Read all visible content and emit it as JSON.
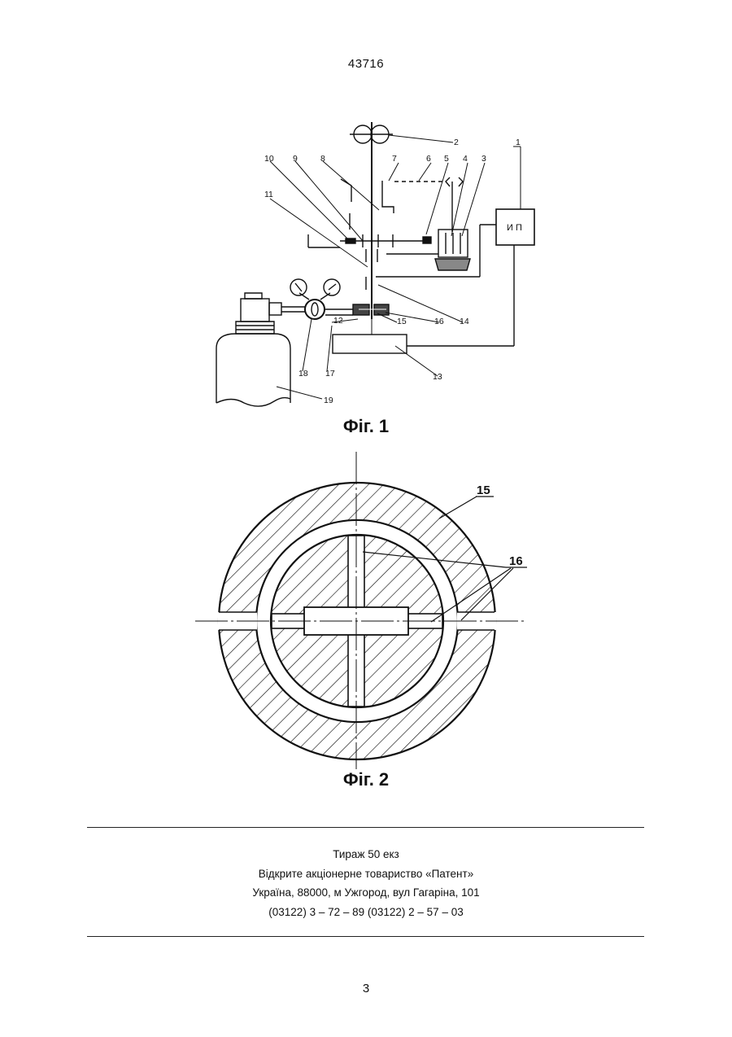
{
  "header": {
    "document_number": "43716"
  },
  "figure1": {
    "caption": "Фіг. 1",
    "power_unit_label": "И П",
    "labels": {
      "l1": "1",
      "l2": "2",
      "l3": "3",
      "l4": "4",
      "l5": "5",
      "l6": "6",
      "l7": "7",
      "l8": "8",
      "l9": "9",
      "l10": "10",
      "l11": "11",
      "l12": "12",
      "l13": "13",
      "l14": "14",
      "l15": "15",
      "l16": "16",
      "l17": "17",
      "l18": "18",
      "l19": "19"
    }
  },
  "figure2": {
    "caption": "Фіг. 2",
    "labels": {
      "l15": "15",
      "l16": "16"
    }
  },
  "imprint": {
    "line1": "Тираж 50 екз",
    "line2": "Відкрите акціонерне товариство «Патент»",
    "line3": "Україна, 88000, м  Ужгород, вул  Гагаріна, 101",
    "line4": "(03122) 3 – 72 – 89   (03122) 2 – 57 – 03"
  },
  "footer": {
    "page_number": "3"
  }
}
